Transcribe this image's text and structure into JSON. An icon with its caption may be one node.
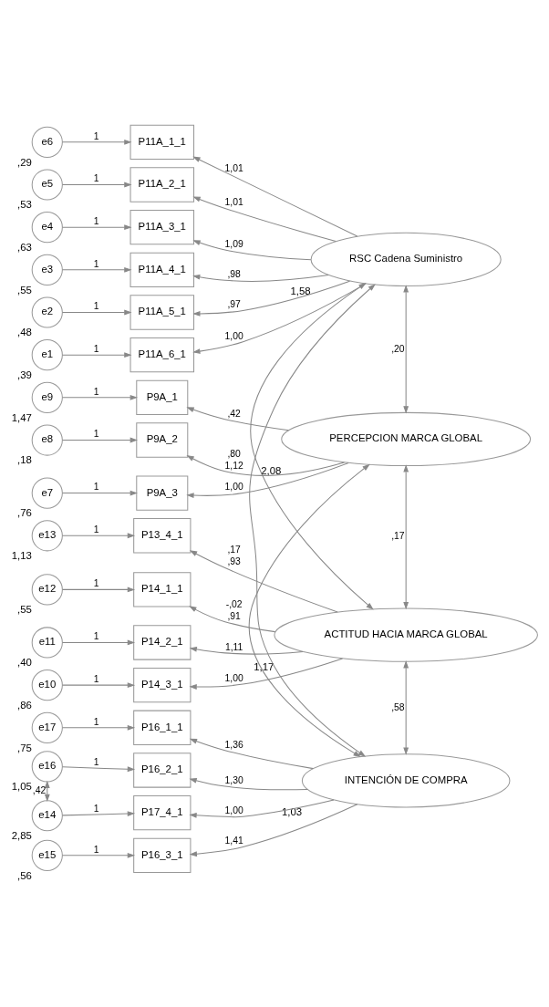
{
  "diagram": {
    "nodes": [
      {
        "text": [
          "e6"
        ],
        "beside": [
          ",29"
        ]
      },
      {
        "text": [
          "e5"
        ],
        "beside": [
          ",53"
        ]
      },
      {
        "text": [
          "e4"
        ],
        "beside": [
          ",63"
        ]
      },
      {
        "text": [
          "e3"
        ],
        "beside": [
          ",55"
        ]
      },
      {
        "text": [
          "e2"
        ],
        "beside": [
          ",48"
        ]
      },
      {
        "text": [
          "e1"
        ],
        "beside": [
          ",39"
        ]
      },
      {
        "text": [
          "P11A_1_1"
        ]
      },
      {
        "text": [
          "P11A_2_1"
        ]
      },
      {
        "text": [
          "P11A_3_1"
        ]
      },
      {
        "text": [
          "P11A_4_1"
        ]
      },
      {
        "text": [
          "P11A_5_1"
        ]
      },
      {
        "text": [
          "P11A_6_1"
        ]
      },
      {
        "text": [
          "RSC Cadena Suministro"
        ],
        "beside": [
          "1,58"
        ]
      },
      {
        "text": [
          "e9"
        ],
        "beside": [
          "1,47"
        ]
      },
      {
        "text": [
          "e8"
        ],
        "beside": [
          ",18"
        ]
      },
      {
        "text": [
          "e7"
        ],
        "beside": [
          ",76"
        ]
      },
      {
        "text": [
          "P9A_1"
        ]
      },
      {
        "text": [
          "P9A_2"
        ]
      },
      {
        "text": [
          "P9A_3"
        ]
      },
      {
        "text": [
          "PERCEPCION MARCA GLOBAL"
        ],
        "beside": [
          "2,08"
        ]
      },
      {
        "text": [
          "e13"
        ],
        "beside": [
          "1,13"
        ]
      },
      {
        "text": [
          "e12"
        ],
        "beside": [
          ",55"
        ]
      },
      {
        "text": [
          "e11"
        ],
        "beside": [
          ",40"
        ]
      },
      {
        "text": [
          "e10"
        ],
        "beside": [
          ",86"
        ]
      },
      {
        "text": [
          "P13_4_1"
        ]
      },
      {
        "text": [
          "P14_1_1"
        ]
      },
      {
        "text": [
          "P14_2_1"
        ]
      },
      {
        "text": [
          "P14_3_1"
        ]
      },
      {
        "text": [
          "ACTITUD HACIA MARCA GLOBAL"
        ],
        "beside": [
          "1,17"
        ]
      },
      {
        "text": [
          "e17"
        ],
        "beside": [
          ",75"
        ]
      },
      {
        "text": [
          "e16"
        ],
        "beside": [
          "1,05"
        ]
      },
      {
        "text": [
          "e15"
        ],
        "beside": [
          ",56"
        ]
      },
      {
        "text": [
          "e14"
        ],
        "beside": [
          "2,85"
        ]
      },
      {
        "text": [
          "P16_1_1"
        ]
      },
      {
        "text": [
          "P16_2_1"
        ]
      },
      {
        "text": [
          "P16_3_1"
        ]
      },
      {
        "text": [
          "P17_4_1"
        ]
      },
      {
        "text": [
          "INTENCIÓN DE COMPRA"
        ],
        "beside": [
          "1,03"
        ]
      }
    ],
    "edges": [
      {
        "from": 0,
        "to": 6,
        "arrow": "to",
        "label": "1"
      },
      {
        "from": 1,
        "to": 7,
        "arrow": "to",
        "label": "1"
      },
      {
        "from": 2,
        "to": 8,
        "arrow": "to",
        "label": "1"
      },
      {
        "from": 3,
        "to": 9,
        "arrow": "to",
        "label": "1"
      },
      {
        "from": 4,
        "to": 10,
        "arrow": "to",
        "label": "1"
      },
      {
        "from": 5,
        "to": 11,
        "arrow": "to",
        "label": "1"
      },
      {
        "from": 12,
        "to": 6,
        "arrow": "to",
        "label": "1,01"
      },
      {
        "from": 12,
        "to": 7,
        "arrow": "to",
        "label": "1,01"
      },
      {
        "from": 12,
        "to": 8,
        "arrow": "to",
        "label": "1,09"
      },
      {
        "from": 12,
        "to": 9,
        "arrow": "to",
        "label": ",98"
      },
      {
        "from": 12,
        "to": 10,
        "arrow": "to",
        "label": ",97"
      },
      {
        "from": 12,
        "to": 11,
        "arrow": "to",
        "label": "1,00"
      },
      {
        "from": 13,
        "to": 16,
        "arrow": "to",
        "label": "1"
      },
      {
        "from": 14,
        "to": 17,
        "arrow": "to",
        "label": "1"
      },
      {
        "from": 15,
        "to": 18,
        "arrow": "to",
        "label": "1"
      },
      {
        "from": 19,
        "to": 16,
        "arrow": "to",
        "label": ",42"
      },
      {
        "from": 19,
        "to": 17,
        "arrow": "to",
        "label": "1,12"
      },
      {
        "from": 19,
        "to": 18,
        "arrow": "to",
        "label": "1,00"
      },
      {
        "from": 20,
        "to": 24,
        "arrow": "to",
        "label": "1"
      },
      {
        "from": 21,
        "to": 25,
        "arrow": "to",
        "label": "1"
      },
      {
        "from": 22,
        "to": 26,
        "arrow": "to",
        "label": "1"
      },
      {
        "from": 23,
        "to": 27,
        "arrow": "to",
        "label": "1"
      },
      {
        "from": 28,
        "to": 24,
        "arrow": "to",
        "label": ",93"
      },
      {
        "from": 28,
        "to": 25,
        "arrow": "to",
        "label": ",91"
      },
      {
        "from": 28,
        "to": 26,
        "arrow": "to",
        "label": "1,11"
      },
      {
        "from": 28,
        "to": 27,
        "arrow": "to",
        "label": "1,00"
      },
      {
        "from": 29,
        "to": 33,
        "arrow": "to",
        "label": "1"
      },
      {
        "from": 30,
        "to": 34,
        "arrow": "to",
        "label": "1"
      },
      {
        "from": 31,
        "to": 35,
        "arrow": "to",
        "label": "1"
      },
      {
        "from": 32,
        "to": 36,
        "arrow": "to",
        "label": "1"
      },
      {
        "from": 37,
        "to": 33,
        "arrow": "to",
        "label": "1,36"
      },
      {
        "from": 37,
        "to": 34,
        "arrow": "to",
        "label": "1,30"
      },
      {
        "from": 37,
        "to": 35,
        "arrow": "to",
        "label": "1,41"
      },
      {
        "from": 37,
        "to": 36,
        "arrow": "to",
        "label": "1,00"
      },
      {
        "from": 12,
        "to": 19,
        "arrow": "both",
        "label": ",20"
      },
      {
        "from": 12,
        "to": 28,
        "arrow": "both",
        "label": ",80"
      },
      {
        "from": 12,
        "to": 37,
        "arrow": "both",
        "label": ",17"
      },
      {
        "from": 19,
        "to": 28,
        "arrow": "both",
        "label": ",17"
      },
      {
        "from": 19,
        "to": 37,
        "arrow": "both",
        "label": "-,02"
      },
      {
        "from": 28,
        "to": 37,
        "arrow": "both",
        "label": ",58"
      },
      {
        "from": 30,
        "to": 32,
        "arrow": "both",
        "label": ",42"
      }
    ]
  }
}
